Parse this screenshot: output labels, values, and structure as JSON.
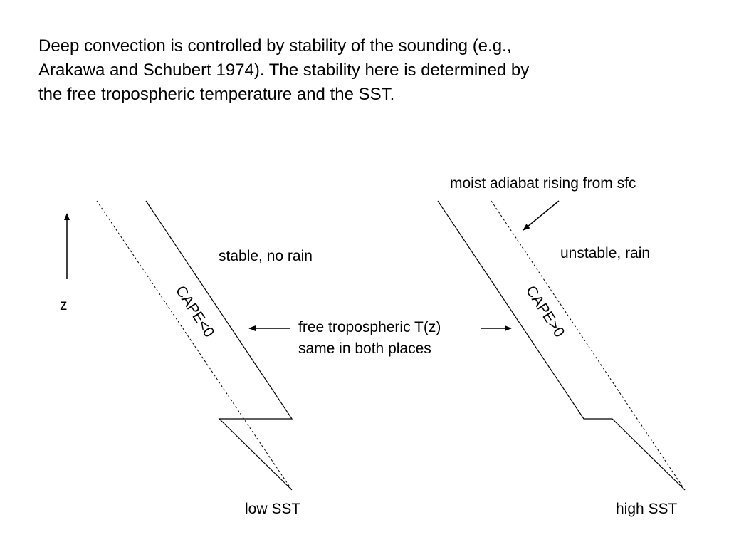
{
  "slide": {
    "intro_text": "Deep convection is controlled by stability of the sounding (e.g., \nArakawa and Schubert 1974).  The stability here is determined by \nthe free tropospheric temperature and the SST."
  },
  "diagram": {
    "labels": {
      "z_axis": "z",
      "moist_adiabat": "moist adiabat rising from sfc",
      "stable": "stable, no rain",
      "unstable": "unstable, rain",
      "cape_negative": "CAPE<0",
      "cape_positive": "CAPE>0",
      "free_trop_line1": "free tropospheric T(z)",
      "free_trop_line2": "same in both places",
      "low_sst": "low SST",
      "high_sst": "high SST"
    }
  }
}
